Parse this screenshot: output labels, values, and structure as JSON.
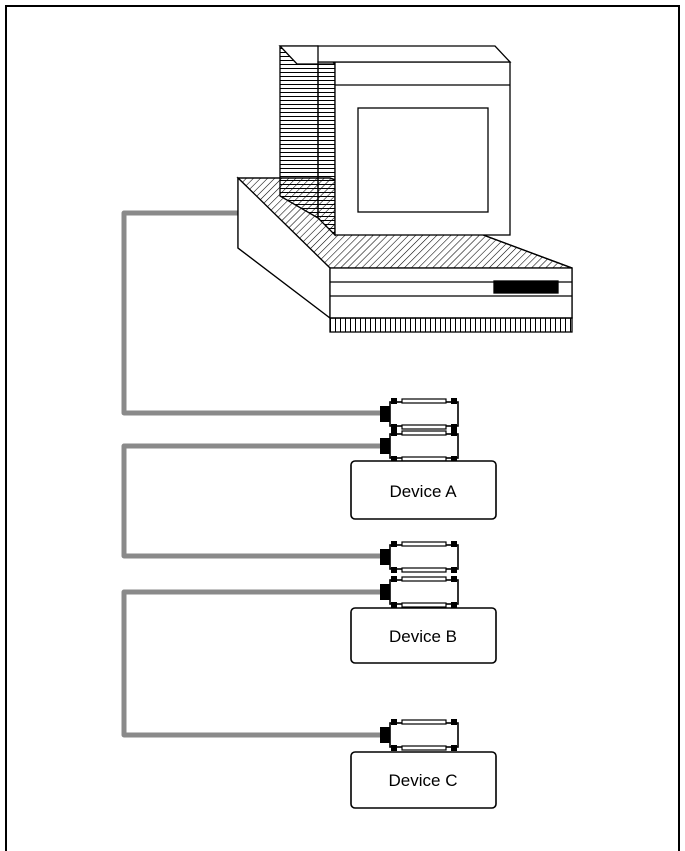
{
  "diagram": {
    "devices": [
      {
        "label": "Device A"
      },
      {
        "label": "Device B"
      },
      {
        "label": "Device C"
      }
    ],
    "colors": {
      "cable": "#8a8a8a",
      "stroke": "#000000",
      "background": "#ffffff"
    },
    "icons": [
      "computer-icon",
      "connector-icon"
    ]
  }
}
